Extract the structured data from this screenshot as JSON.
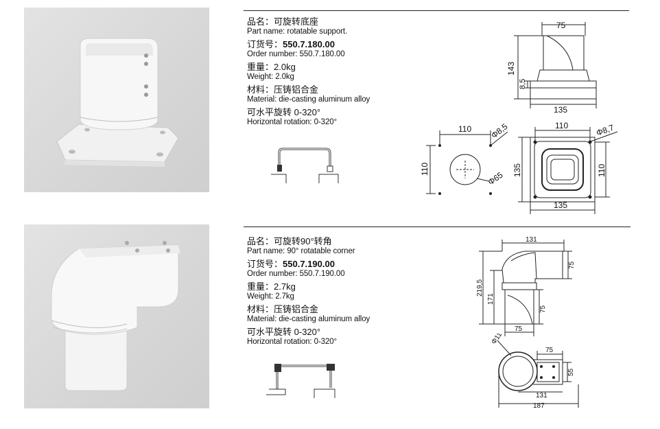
{
  "products": [
    {
      "name_cn_label": "品名：",
      "name_cn": "可旋转底座",
      "name_en_label": "Part name: ",
      "name_en": "rotatable support.",
      "order_cn_label": "订货号：",
      "order_no": "550.7.180.00",
      "order_en_label": "Order number: ",
      "order_en": "550.7.180.00",
      "weight_cn_label": "重量：",
      "weight_cn": "2.0kg",
      "weight_en_label": "Weight: ",
      "weight_en": "2.0kg",
      "material_cn_label": "材料：",
      "material_cn": "压铸铝合金",
      "material_en_label": "Material: ",
      "material_en": "die-casting aluminum alloy",
      "rotation_cn_label": "可水平旋转",
      "rotation_cn": "0-320°",
      "rotation_en_label": "Horizontal rotation: ",
      "rotation_en": "0-320°",
      "dims": {
        "top_width": "75",
        "height": "143",
        "flange": "8,5",
        "base_width": "135",
        "hole_spacing_h": "110",
        "hole_spacing_v": "110",
        "hole_dia": "Φ8,5",
        "circle_dia": "Φ65",
        "top_spacing": "110",
        "top_hole_dia": "Φ8,7",
        "plate_side": "135",
        "plate_right": "110",
        "plate_bottom": "135"
      }
    },
    {
      "name_cn_label": "品名：",
      "name_cn": "可旋转90°转角",
      "name_en_label": "Part name: ",
      "name_en": "90° rotatable corner",
      "order_cn_label": "订货号：",
      "order_no": "550.7.190.00",
      "order_en_label": "Order number: ",
      "order_en": "550.7.190.00",
      "weight_cn_label": "重量：",
      "weight_cn": "2.7kg",
      "weight_en_label": "Weight: ",
      "weight_en": "2.7kg",
      "material_cn_label": "材料：",
      "material_cn": "压铸铝合金",
      "material_en_label": "Material: ",
      "material_en": "die-casting aluminum alloy",
      "rotation_cn_label": "可水平旋转",
      "rotation_cn": "0-320°",
      "rotation_en_label": "Horizontal rotation: ",
      "rotation_en": "0-320°",
      "dims": {
        "top_length": "131",
        "side_height": "75",
        "total_height": "219,5",
        "lower_height": "171",
        "lower_side": "75",
        "bottom_width": "75",
        "dia": "Φ112",
        "plan_width": "75",
        "plan_side": "55",
        "plan_length": "131",
        "plan_total": "187"
      }
    }
  ]
}
